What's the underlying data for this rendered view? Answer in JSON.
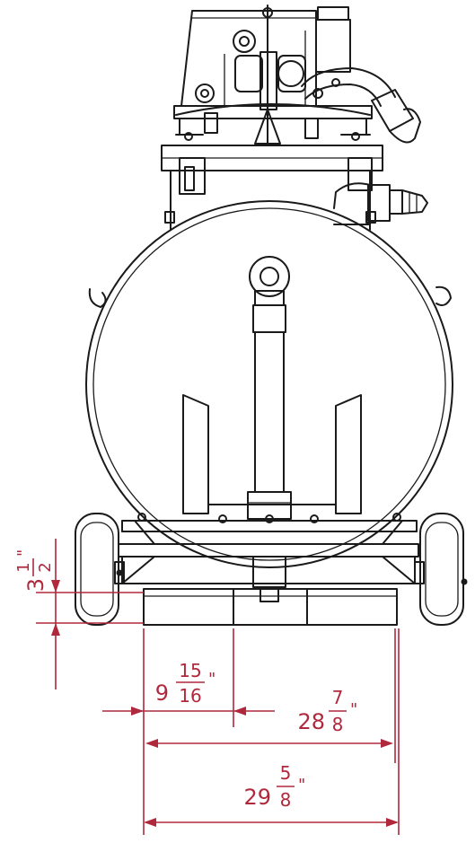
{
  "colors": {
    "line": "#1a1a1a",
    "dimension": "#b0283c",
    "background": "#ffffff"
  },
  "dimensions": {
    "skid_height": {
      "whole": "3",
      "num": "1",
      "den": "2",
      "unit": "\""
    },
    "pad_width": {
      "whole": "9",
      "num": "15",
      "den": "16",
      "unit": "\""
    },
    "inner_width": {
      "whole": "28",
      "num": "7",
      "den": "8",
      "unit": "\""
    },
    "overall_width": {
      "whole": "29",
      "num": "5",
      "den": "8",
      "unit": "\""
    }
  }
}
